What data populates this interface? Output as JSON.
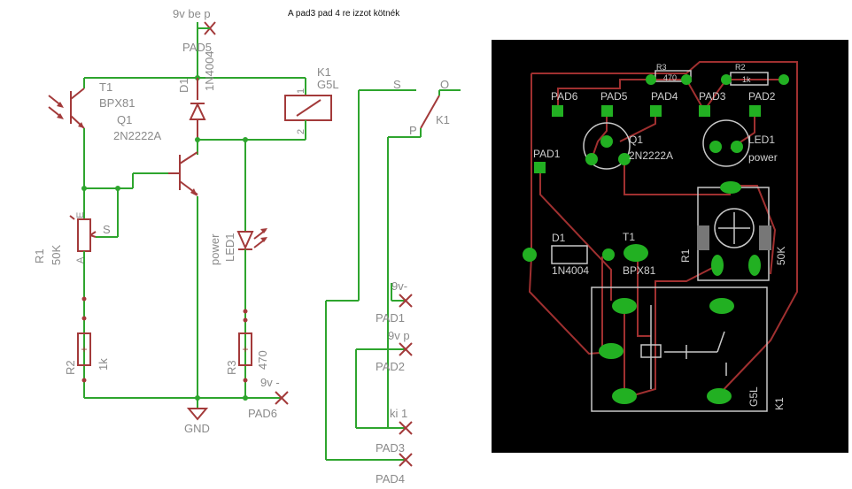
{
  "schematic": {
    "note": "A pad3  pad 4 re izzot kötnék",
    "top_supply": "9v be p",
    "pad5": "PAD5",
    "d1_name": "D1",
    "d1_value": "1N4004",
    "k1_name": "K1",
    "k1_value": "G5L",
    "k1_pin1": "1",
    "k1_pin2": "2",
    "t1_name": "T1",
    "t1_value": "BPX81",
    "q1_name": "Q1",
    "q1_value": "2N2222A",
    "r1_name": "R1",
    "r1_value": "50K",
    "r1_pin_e": "E",
    "r1_pin_a": "A",
    "r1_pin_s": "S",
    "r2_name": "R2",
    "r2_value": "1k",
    "r3_name": "R3",
    "r3_value": "470",
    "led_name": "LED1",
    "led_value": "power",
    "pad6_supply": "9v -",
    "pad6": "PAD6",
    "gnd": "GND",
    "switch_s": "S",
    "switch_o": "O",
    "switch_p": "P",
    "switch_k1": "K1",
    "pad1_supply": "9v-",
    "pad1": "PAD1",
    "pad2_supply": "9v p",
    "pad2": "PAD2",
    "pad3_supply": "ki 1",
    "pad3": "PAD3",
    "pad4": "PAD4"
  },
  "board": {
    "r3": "R3",
    "r3_val": "470",
    "r2": "R2",
    "r2_val": "1k",
    "pad6": "PAD6",
    "pad5": "PAD5",
    "pad4": "PAD4",
    "pad3": "PAD3",
    "pad2": "PAD2",
    "pad1": "PAD1",
    "q1": "Q1",
    "q1_val": "2N2222A",
    "led1": "LED1",
    "led1_val": "power",
    "d1": "D1",
    "d1_val": "1N4004",
    "t1": "T1",
    "t1_val": "BPX81",
    "r1": "R1",
    "r1_val": "50K",
    "k1": "K1",
    "k1_val": "G5L"
  },
  "colors": {
    "wire": "#2ea52e",
    "part": "#a33a3a",
    "board_bg": "#000000",
    "pad": "#22b022",
    "trace": "#a03030"
  }
}
